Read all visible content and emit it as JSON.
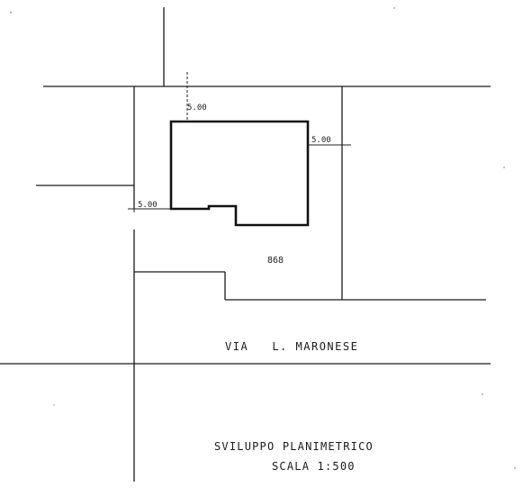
{
  "drawing": {
    "dimensions": {
      "top": "5.00",
      "right": "5.00",
      "left": "5.00"
    },
    "lot_label": "868",
    "street_label": "VIA   L. MARONESE",
    "title": "SVILUPPO PLANIMETRICO",
    "scale": "SCALA 1:500",
    "colors": {
      "paper": "#ffffff",
      "ink": "#1a1a1a"
    }
  }
}
